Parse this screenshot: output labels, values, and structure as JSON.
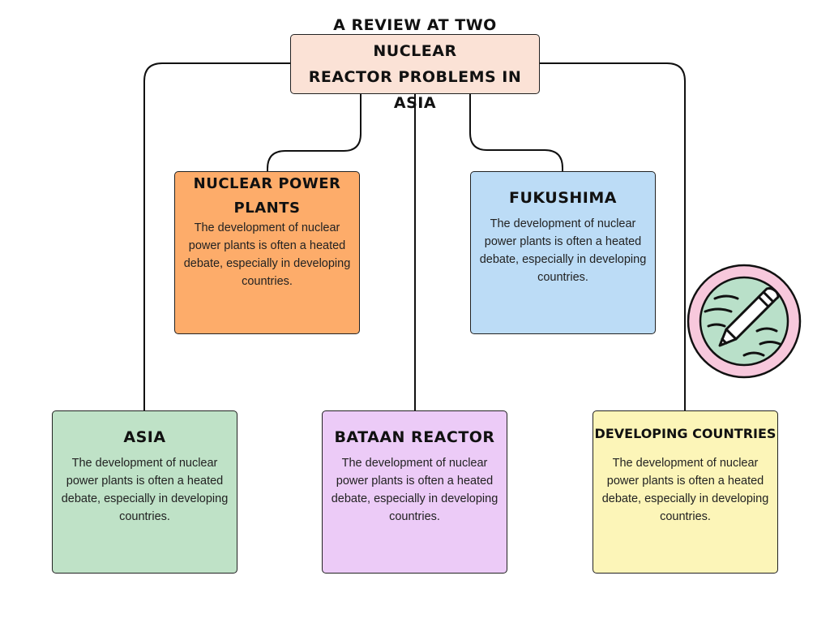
{
  "diagram": {
    "title_line1": "A REVIEW AT TWO NUCLEAR",
    "title_line2": "REACTOR PROBLEMS IN ASIA",
    "nodes": {
      "nuclear_power_plants": {
        "title": "NUCLEAR POWER PLANTS",
        "body": "The development of nuclear power plants is often a heated debate, especially in developing countries."
      },
      "fukushima": {
        "title": "FUKUSHIMA",
        "body": "The development of nuclear power plants is often a heated debate, especially in developing countries."
      },
      "asia": {
        "title": "ASIA",
        "body": "The development of nuclear power plants is often a heated debate, especially in developing countries."
      },
      "bataan_reactor": {
        "title": "BATAAN REACTOR",
        "body": "The development of nuclear power plants is often a heated debate, especially in developing countries."
      },
      "developing_countries": {
        "title": "DEVELOPING COUNTRIES",
        "body": "The development of nuclear power plants is often a heated debate, especially in developing countries."
      }
    },
    "colors": {
      "title_fill": "#fbe2d6",
      "nuclear_power_plants_fill": "#fdac6a",
      "fukushima_fill": "#bcdcf6",
      "asia_fill": "#bfe2c7",
      "bataan_reactor_fill": "#eccbf7",
      "developing_countries_fill": "#fcf5b8",
      "badge_ring": "#f7c8dc",
      "badge_inner": "#b9e0c9"
    },
    "icons": [
      "pencil-icon"
    ]
  }
}
